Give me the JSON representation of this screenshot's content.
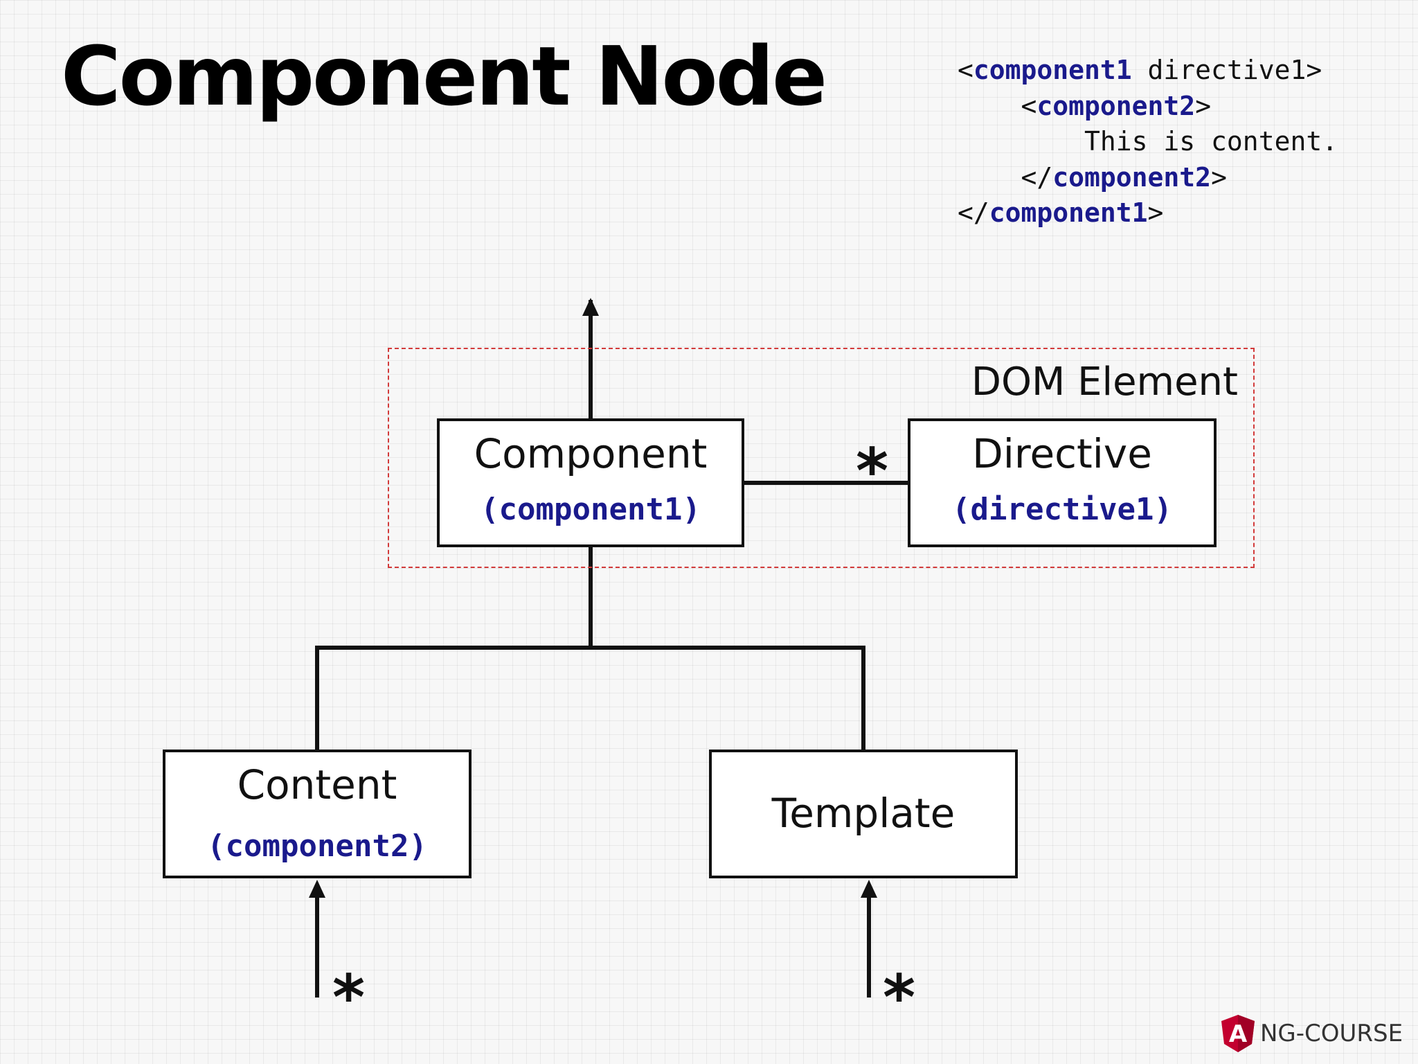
{
  "title": "Component Node",
  "code_snippet": {
    "line1": {
      "open": "<",
      "tag": "component1",
      "rest": " directive1>"
    },
    "line2": {
      "indent": "    ",
      "open": "<",
      "tag": "component2",
      "close": ">"
    },
    "line3": {
      "indent": "        ",
      "text": "This is content."
    },
    "line4": {
      "indent": "    ",
      "open": "</",
      "tag": "component2",
      "close": ">"
    },
    "line5": {
      "open": "</",
      "tag": "component1",
      "close": ">"
    }
  },
  "diagram": {
    "dom_element_label": "DOM Element",
    "nodes": {
      "component": {
        "name": "Component",
        "selector": "(component1)"
      },
      "directive": {
        "name": "Directive",
        "selector": "(directive1)"
      },
      "content": {
        "name": "Content",
        "selector": "(component2)"
      },
      "template": {
        "name": "Template"
      }
    },
    "multiplicity": {
      "directive": "*",
      "content": "*",
      "template": "*"
    },
    "edges": [
      {
        "from": "component",
        "to": "parent",
        "arrow": "up"
      },
      {
        "from": "component",
        "to": "directive",
        "multiplicity": "*"
      },
      {
        "from": "component",
        "to": "content"
      },
      {
        "from": "component",
        "to": "template"
      },
      {
        "from": "incoming",
        "to": "content",
        "arrow": "up",
        "multiplicity": "*"
      },
      {
        "from": "incoming",
        "to": "template",
        "arrow": "up",
        "multiplicity": "*"
      }
    ]
  },
  "brand": {
    "logo_icon": "angular-shield-icon",
    "text": "NG-COURSE",
    "logo_letter": "A"
  },
  "colors": {
    "code_tag": "#1a1a8c",
    "dom_region_border": "#d23a3a",
    "brand_red": "#c3002f"
  }
}
